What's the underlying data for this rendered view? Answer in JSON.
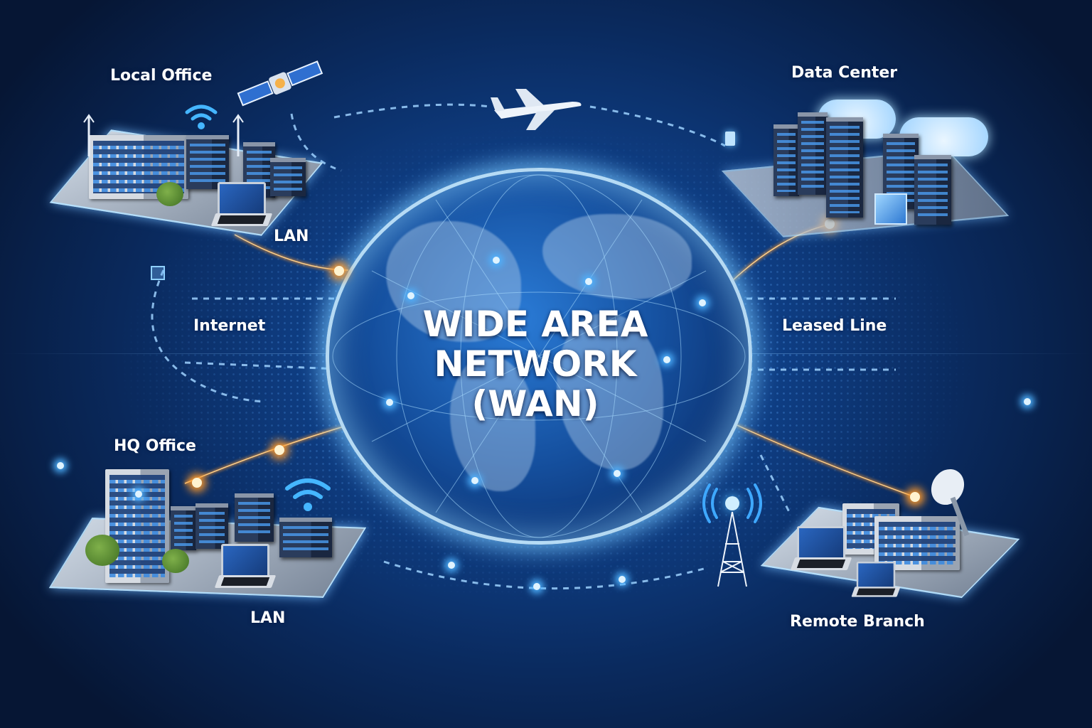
{
  "diagram": {
    "title_lines": [
      "WIDE AREA",
      "NETWORK",
      "(WAN)"
    ],
    "sites": {
      "local_office": {
        "label": "Local Office",
        "network_label": "LAN"
      },
      "data_center": {
        "label": "Data Center"
      },
      "hq_office": {
        "label": "HQ Office",
        "network_label": "LAN"
      },
      "remote_branch": {
        "label": "Remote Branch"
      }
    },
    "connection_labels": {
      "internet": "Internet",
      "leased_line": "Leased Line"
    },
    "icons": [
      "satellite-icon",
      "airplane-icon",
      "wifi-icon",
      "cell-tower-icon",
      "satellite-dish-icon",
      "cloud-icon",
      "server-rack-icon",
      "laptop-icon",
      "office-building-icon",
      "globe-icon"
    ],
    "colors": {
      "background_dark": "#061634",
      "background_mid": "#0f3f86",
      "globe_glow": "#8fd0ff",
      "link_orange": "#ff9a2a",
      "link_blue": "#7cc4ff",
      "text": "#ffffff"
    }
  }
}
